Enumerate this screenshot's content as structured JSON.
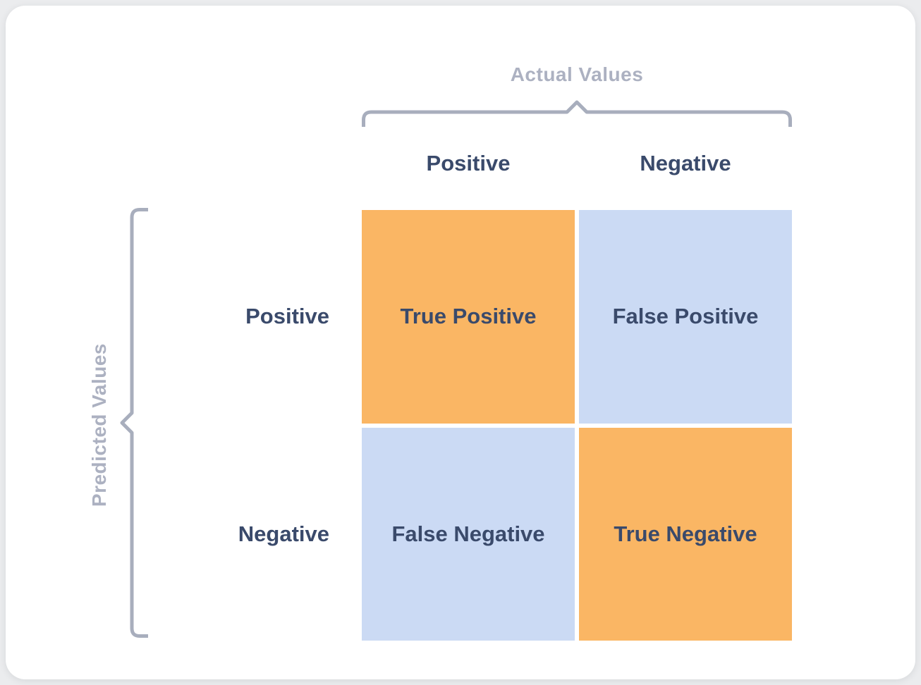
{
  "palette": {
    "page_background": "#EBECEE",
    "card_background": "#FFFFFF",
    "cell_orange": "#FAB664",
    "cell_blue": "#CBDAF4",
    "label_navy": "#3A4A6B",
    "axis_gray": "#ACB1C1",
    "brace_gray": "#A8AEBD"
  },
  "axes": {
    "actual": {
      "label": "Actual Values",
      "categories": [
        "Positive",
        "Negative"
      ]
    },
    "predicted": {
      "label": "Predicted Values",
      "categories": [
        "Positive",
        "Negative"
      ]
    }
  },
  "matrix": {
    "rows": 2,
    "cols": 2,
    "cells": [
      {
        "row": "Positive",
        "col": "Positive",
        "label": "True Positive",
        "tone": "orange"
      },
      {
        "row": "Positive",
        "col": "Negative",
        "label": "False Positive",
        "tone": "blue"
      },
      {
        "row": "Negative",
        "col": "Positive",
        "label": "False Negative",
        "tone": "blue"
      },
      {
        "row": "Negative",
        "col": "Negative",
        "label": "True Negative",
        "tone": "orange"
      }
    ]
  }
}
